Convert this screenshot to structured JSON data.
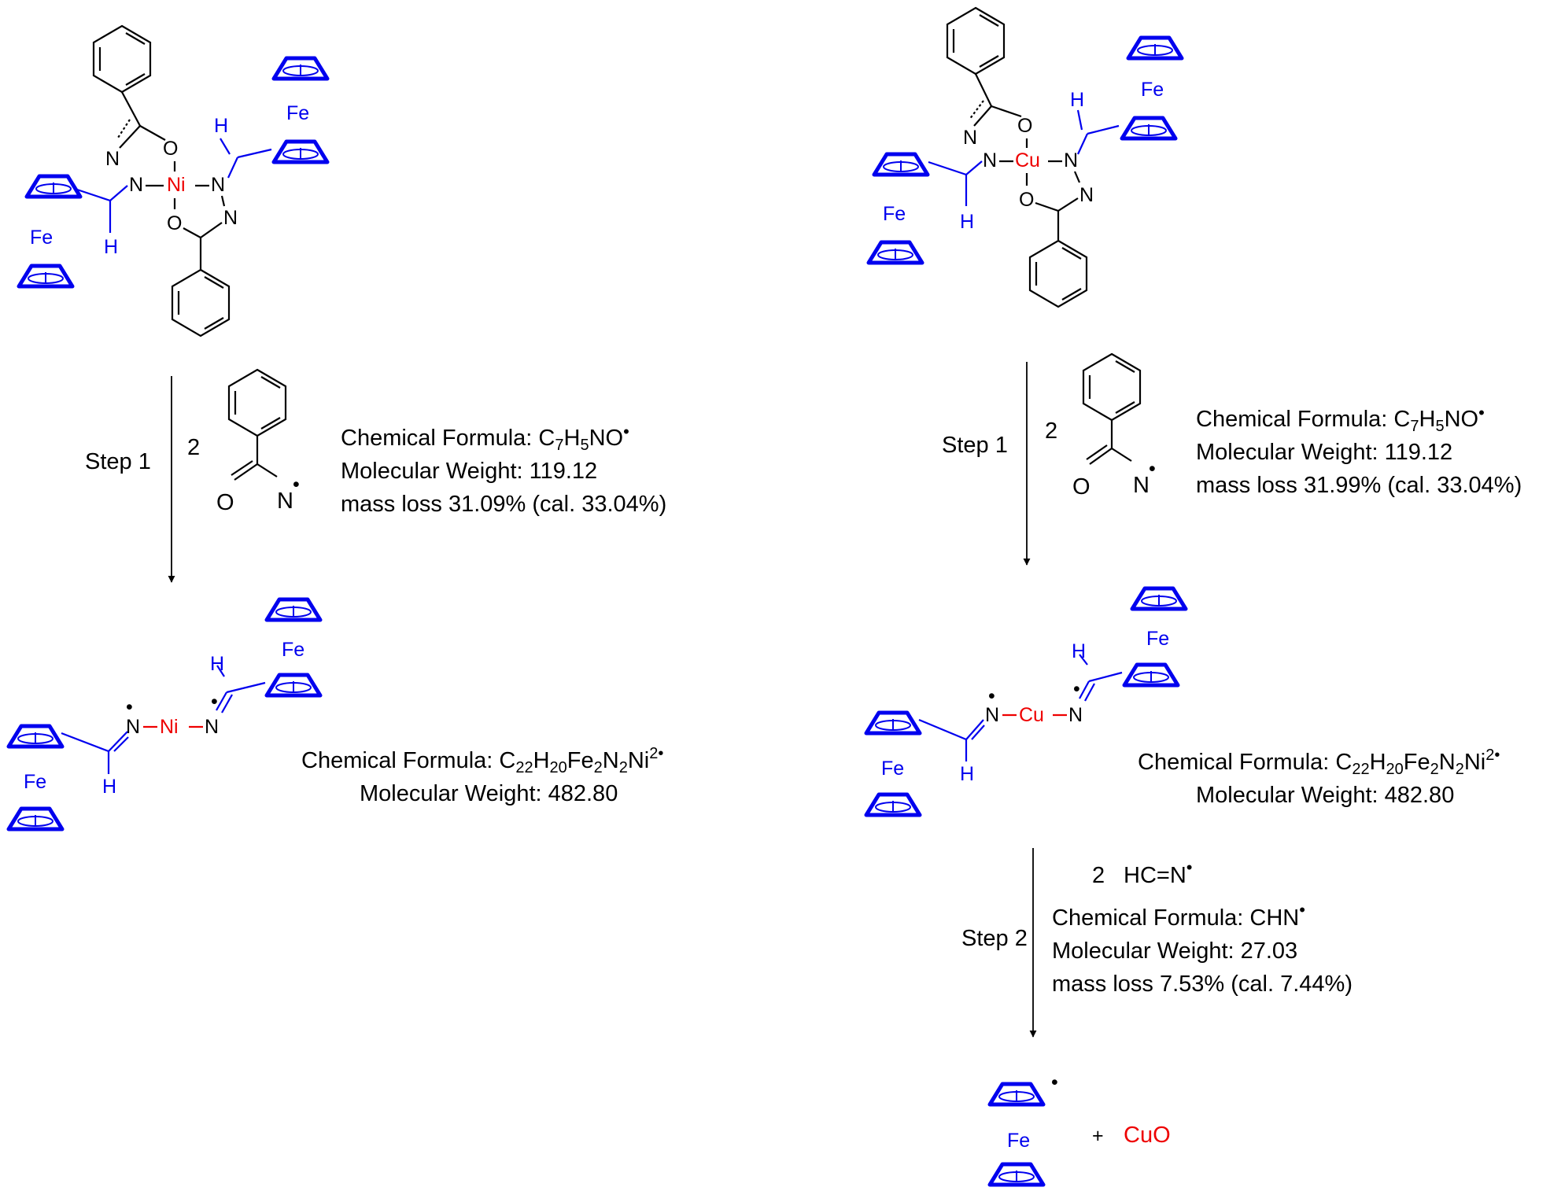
{
  "colors": {
    "text": "#000000",
    "ferrocene": "#0000ee",
    "metal": "#ee0000"
  },
  "atoms": {
    "fe": "Fe",
    "ni": "Ni",
    "cu": "Cu",
    "n": "N",
    "o": "O",
    "h": "H"
  },
  "left": {
    "step_label": "Step 1",
    "coeff": "2",
    "frag_o": "O",
    "frag_n": "N",
    "formula_prefix": "Chemical Formula: ",
    "formula_c": "C",
    "formula_c_sub": "7",
    "formula_h": "H",
    "formula_h_sub": "5",
    "formula_rest": "NO",
    "radical": "•",
    "mw": "Molecular Weight: 119.12",
    "mass_loss": "mass loss 31.09% (cal. 33.04%)",
    "product_formula": {
      "prefix": "Chemical Formula: C",
      "sub1": "22",
      "h": "H",
      "sub2": "20",
      "fe": "Fe",
      "sub3": "2",
      "n": "N",
      "sub4": "2",
      "ni": "Ni",
      "sup": "2•"
    },
    "product_mw": "Molecular Weight: 482.80"
  },
  "right": {
    "step1_label": "Step 1",
    "coeff": "2",
    "frag_o": "O",
    "frag_n": "N",
    "formula_prefix": "Chemical Formula: ",
    "formula_c": "C",
    "formula_c_sub": "7",
    "formula_h": "H",
    "formula_h_sub": "5",
    "formula_rest": "NO",
    "radical": "•",
    "mw": "Molecular Weight: 119.12",
    "mass_loss": "mass loss 31.99% (cal. 33.04%)",
    "product_formula": {
      "prefix": "Chemical Formula: C",
      "sub1": "22",
      "h": "H",
      "sub2": "20",
      "fe": "Fe",
      "sub3": "2",
      "n": "N",
      "sub4": "2",
      "ni": "Ni",
      "sup": "2•"
    },
    "product_mw": "Molecular Weight: 482.80",
    "step2_label": "Step 2",
    "step2_coeff": "2",
    "hcn": "HC=N",
    "step2_formula": "Chemical Formula: CHN",
    "step2_mw": "Molecular Weight: 27.03",
    "step2_mass_loss": "mass loss 7.53% (cal. 7.44%)",
    "plus": "+",
    "cuo": "CuO"
  }
}
